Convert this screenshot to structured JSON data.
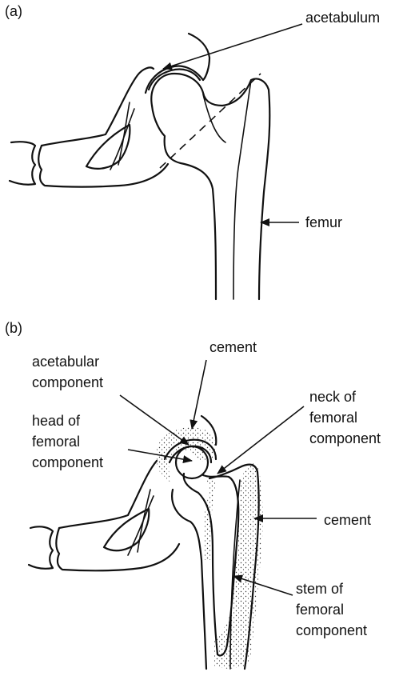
{
  "panel_a": {
    "tag": "(a)",
    "labels": {
      "acetabulum": "acetabulum",
      "femur": "femur"
    }
  },
  "panel_b": {
    "tag": "(b)",
    "labels": {
      "cement_top": "cement",
      "acetabular_component_1": "acetabular",
      "acetabular_component_2": "component",
      "neck_1": "neck of",
      "neck_2": "femoral",
      "neck_3": "component",
      "head_1": "head of",
      "head_2": "femoral",
      "head_3": "component",
      "cement_right": "cement",
      "stem_1": "stem of",
      "stem_2": "femoral",
      "stem_3": "component"
    }
  }
}
